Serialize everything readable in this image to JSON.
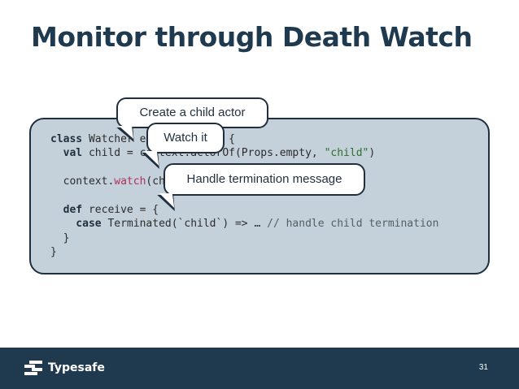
{
  "slide": {
    "title": "Monitor through Death Watch",
    "page_number": "31"
  },
  "code": {
    "l1": {
      "kw": "class",
      "text": " Watcher extends Actor {"
    },
    "l2": {
      "kw": "  val",
      "a": " child = context.actorOf(Props.empty, ",
      "str": "\"child\"",
      "b": ")"
    },
    "l3": "",
    "l4": {
      "a": "  context.",
      "fn": "watch",
      "b": "(child)"
    },
    "l5": "",
    "l6": {
      "kw": "  def",
      "text": " receive = {"
    },
    "l7": {
      "kw": "    case",
      "a": " Terminated(`child`) => … ",
      "cmt": "// handle child termination"
    },
    "l8": "  }",
    "l9": "}"
  },
  "callouts": {
    "create": "Create a child actor",
    "watch": "Watch it",
    "handle": "Handle termination message"
  },
  "footer": {
    "brand": "Typesafe",
    "logo_icon": "typesafe-logo-icon"
  },
  "colors": {
    "title": "#1f3a4f",
    "code_bg": "#c5d1da",
    "footer_bg": "#1f3a4f"
  }
}
